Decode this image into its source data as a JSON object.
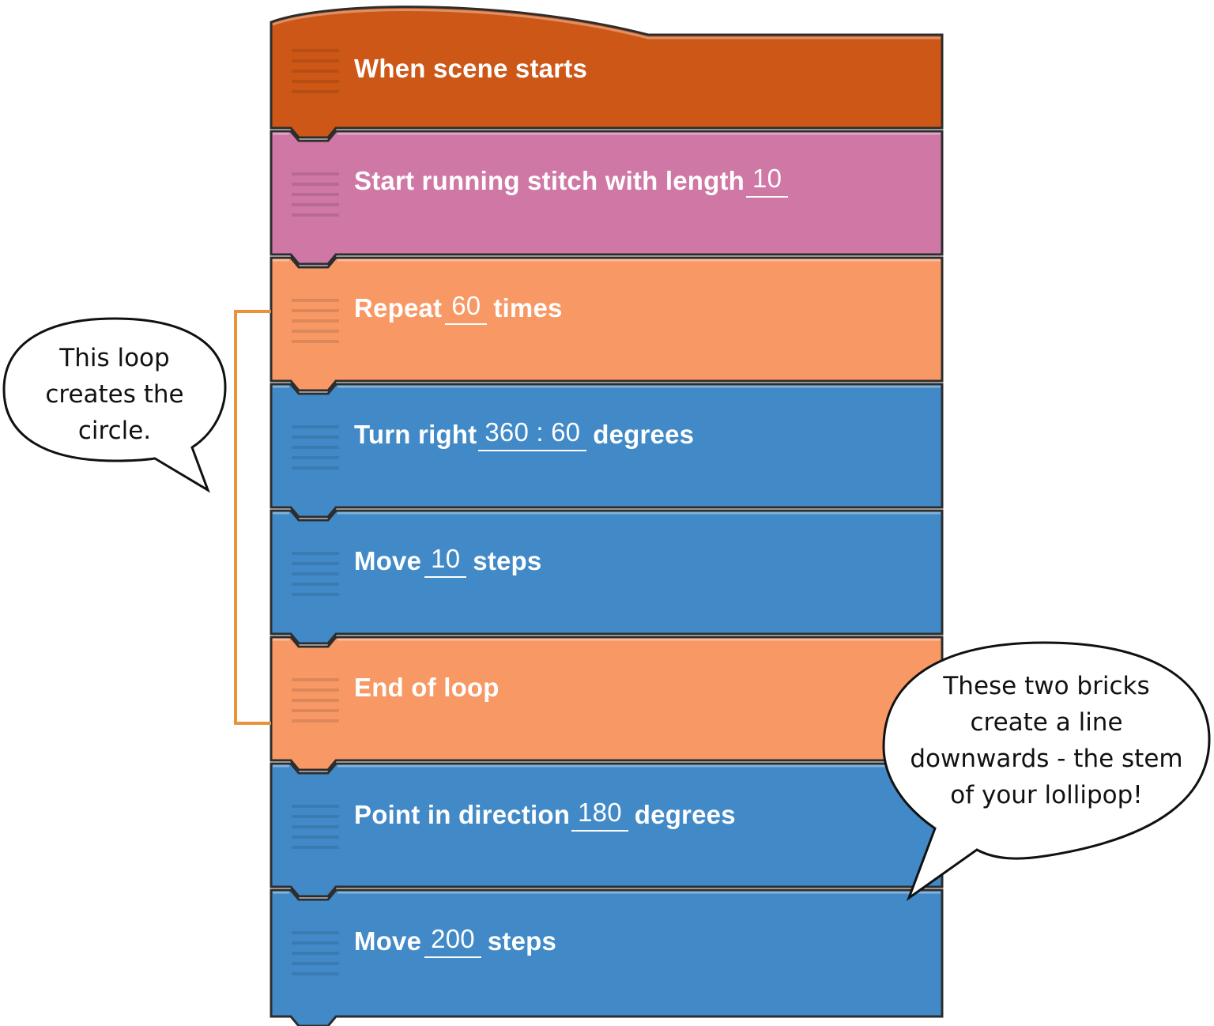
{
  "bricks": [
    {
      "label": "When scene starts",
      "color": "#cd5717",
      "kind": "event"
    },
    {
      "label": "Start running stitch with length",
      "value": "10",
      "color": "#cf77a5",
      "kind": "embroidery"
    },
    {
      "label": "Repeat",
      "value": "60",
      "suffix": "times",
      "color": "#f79865",
      "kind": "control"
    },
    {
      "label": "Turn right",
      "value": "360 : 60",
      "suffix": "degrees",
      "color": "#418ac7",
      "kind": "motion"
    },
    {
      "label": "Move",
      "value": "10",
      "suffix": "steps",
      "color": "#418ac7",
      "kind": "motion"
    },
    {
      "label": "End of loop",
      "color": "#f79865",
      "kind": "control"
    },
    {
      "label": "Point in direction",
      "value": "180",
      "suffix": "degrees",
      "color": "#418ac7",
      "kind": "motion"
    },
    {
      "label": "Move",
      "value": "200",
      "suffix": "steps",
      "color": "#418ac7",
      "kind": "motion"
    }
  ],
  "callouts": {
    "left": {
      "lines": [
        "This loop",
        "creates the",
        "circle."
      ]
    },
    "right": {
      "lines": [
        "These two bricks",
        "create a line",
        "downwards - the stem",
        "of your lollipop!"
      ]
    }
  },
  "colors": {
    "bracket": "#e8923a",
    "outline": "#2d2d2d",
    "bubble_fill": "#ffffff"
  }
}
